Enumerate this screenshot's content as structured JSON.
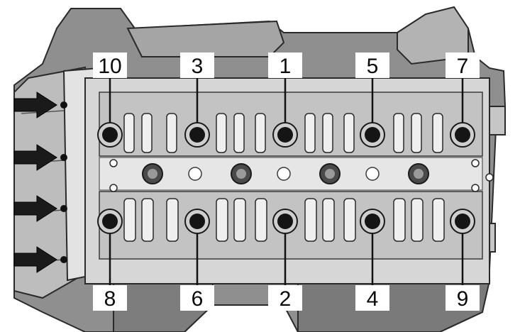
{
  "diagram": {
    "subject": "cylinder-head-bolt-tightening-sequence",
    "colors": {
      "background": "#ffffff",
      "metal_dark": "#5a5a5a",
      "metal_mid": "#9a9a9a",
      "metal_light": "#cfcfcf",
      "bolt_hole": "#151515",
      "label_box": "#ffffff",
      "arrow": "#1a1a1a"
    },
    "bolts": {
      "top_row": [
        {
          "number": "10"
        },
        {
          "number": "3"
        },
        {
          "number": "1"
        },
        {
          "number": "5"
        },
        {
          "number": "7"
        }
      ],
      "bottom_row": [
        {
          "number": "8"
        },
        {
          "number": "6"
        },
        {
          "number": "2"
        },
        {
          "number": "4"
        },
        {
          "number": "9"
        }
      ]
    },
    "side_arrows": [
      {
        "name": "arrow-1"
      },
      {
        "name": "arrow-2"
      },
      {
        "name": "arrow-3"
      },
      {
        "name": "arrow-4"
      }
    ]
  }
}
